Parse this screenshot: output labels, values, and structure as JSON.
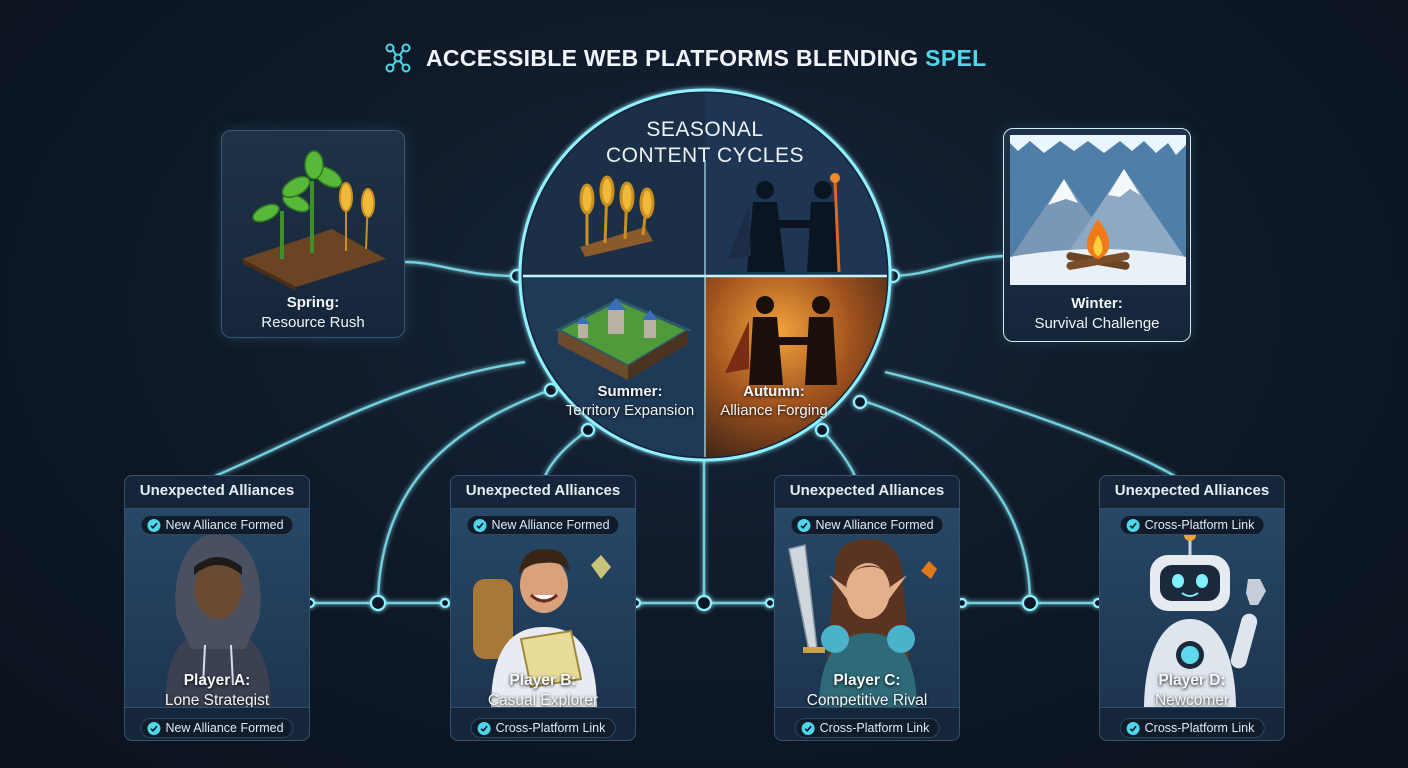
{
  "title": {
    "text": "ACCESSIBLE WEB PLATFORMS BLENDING ",
    "accent": "SPEL"
  },
  "hub": {
    "title_line1": "SEASONAL",
    "title_line2": "CONTENT CYCLES",
    "summer": {
      "name": "Summer:",
      "desc": "Territory Expansion"
    },
    "autumn": {
      "name": "Autumn:",
      "desc": "Alliance Forging"
    }
  },
  "seasons": {
    "spring": {
      "name": "Spring:",
      "desc": "Resource Rush"
    },
    "winter": {
      "name": "Winter:",
      "desc": "Survival Challenge"
    }
  },
  "players": [
    {
      "header": "Unexpected Alliances",
      "top_badge": "New Alliance Formed",
      "name": "Player A:",
      "role": "Lone Strategist",
      "bottom_badge": "New Alliance Formed"
    },
    {
      "header": "Unexpected Alliances",
      "top_badge": "New Alliance Formed",
      "name": "Player B:",
      "role": "Casual Explorer",
      "bottom_badge": "Cross-Platform Link"
    },
    {
      "header": "Unexpected Alliances",
      "top_badge": "New Alliance Formed",
      "name": "Player C:",
      "role": "Competitive Rival",
      "bottom_badge": "Cross-Platform Link"
    },
    {
      "header": "Unexpected Alliances",
      "top_badge": "Cross-Platform Link",
      "name": "Player D:",
      "role": "Newcomer",
      "bottom_badge": "Cross-Platform Link"
    }
  ],
  "colors": {
    "accent": "#4fd6ea",
    "background": "#0e1826",
    "card": "#16263a",
    "line": "#7fe3f2"
  },
  "icons": [
    "network-icon",
    "plant-icon",
    "wheat-icon",
    "map-icon",
    "handshake-icon",
    "campfire-icon",
    "check-icon",
    "hooded-player-icon",
    "explorer-icon",
    "elf-warrior-icon",
    "robot-icon"
  ]
}
